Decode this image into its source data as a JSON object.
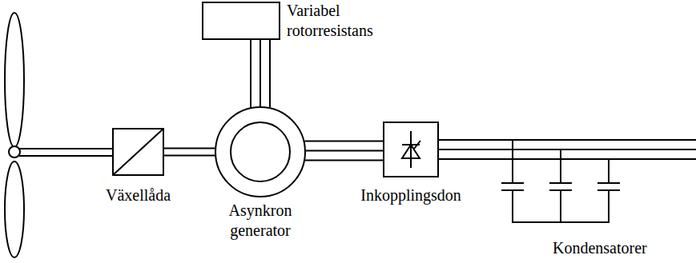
{
  "diagram": {
    "nodes": [
      {
        "text": [
          "Variabel rotorresistans"
        ]
      },
      {
        "text": [
          "Växellåda"
        ]
      },
      {
        "text": [
          "Asynkron generator"
        ]
      },
      {
        "text": [
          "Inkopplingsdon"
        ]
      }
    ],
    "edges": [
      {
        "from": 1,
        "to": 2,
        "arrow": "none"
      },
      {
        "from": 2,
        "to": 0,
        "arrow": "none"
      },
      {
        "from": 2,
        "to": 3,
        "arrow": "none"
      }
    ],
    "labels": [
      "Kondensatorer"
    ]
  }
}
